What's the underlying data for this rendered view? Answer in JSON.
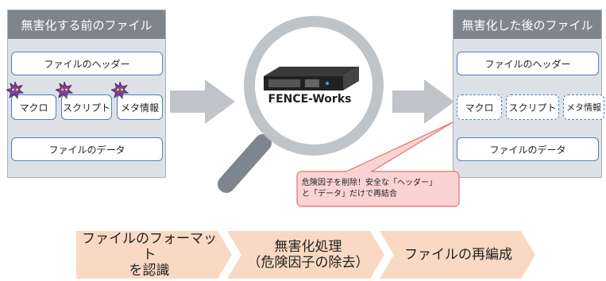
{
  "before_panel": {
    "title": "無害化する前のファイル",
    "header_label": "ファイルのヘッダー",
    "macro_label": "マクロ",
    "script_label": "スクリプト",
    "metadata_label": "メタ情報",
    "data_label": "ファイルのデータ"
  },
  "after_panel": {
    "title": "無害化した後のファイル",
    "header_label": "ファイルのヘッダー",
    "macro_label": "マクロ",
    "script_label": "スクリプト",
    "metadata_label": "メタ情報",
    "data_label": "ファイルのデータ"
  },
  "center": {
    "product_label": "FENCE-Works"
  },
  "callout": {
    "line1": "危険因子を削除！安全な「ヘッダー」",
    "line2": "と「データ」だけで再結合"
  },
  "steps": [
    {
      "line1": "ファイルのフォーマット",
      "line2": "を認識"
    },
    {
      "line1": "無害化処理",
      "line2": "（危険因子の除去）"
    },
    {
      "line1": "ファイルの再編成",
      "line2": ""
    }
  ],
  "colors": {
    "panel_bg": "#dde1e6",
    "panel_title_bg": "#7f858c",
    "box_border": "#4f81bd",
    "arrow_gray": "#c0c4c8",
    "callout_fill": "#fbd3d3",
    "callout_border": "#e07070",
    "virus_purple": "#7a3f9e",
    "step_fill": "#f9d9c3"
  }
}
